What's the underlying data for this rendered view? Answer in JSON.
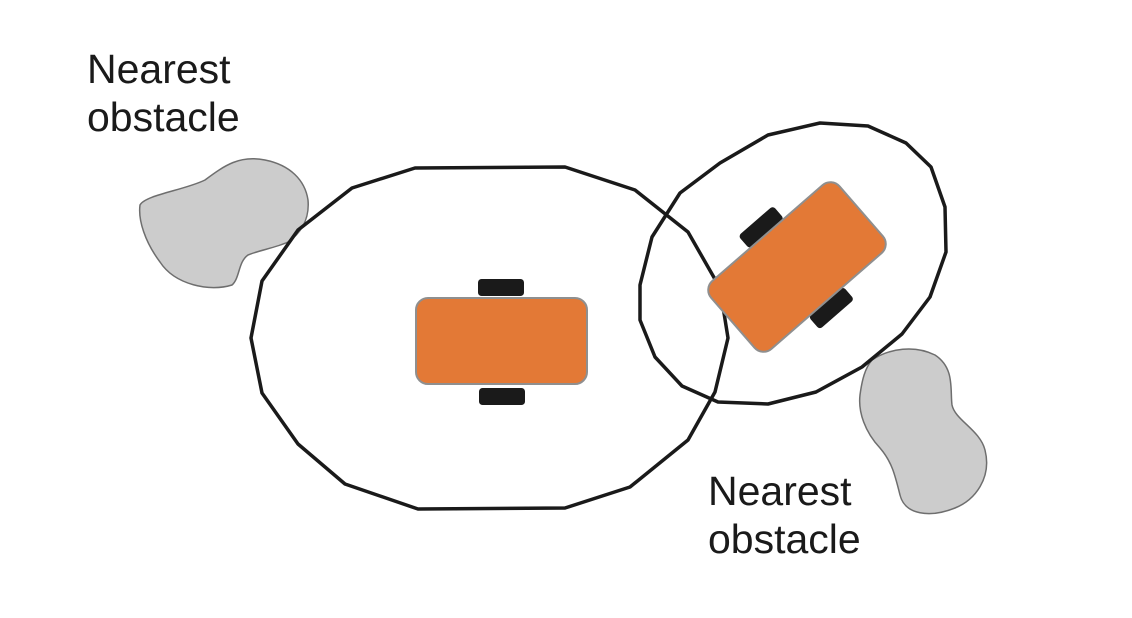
{
  "labels": {
    "left_obstacle_line1": "Nearest",
    "left_obstacle_line2": "obstacle",
    "right_obstacle_line1": "Nearest",
    "right_obstacle_line2": "obstacle"
  },
  "colors": {
    "robot_body": "#e37936",
    "robot_wheel": "#1a1a1a",
    "obstacle_fill": "#cccccc",
    "boundary_stroke": "#1a1a1a",
    "background": "#ffffff"
  }
}
